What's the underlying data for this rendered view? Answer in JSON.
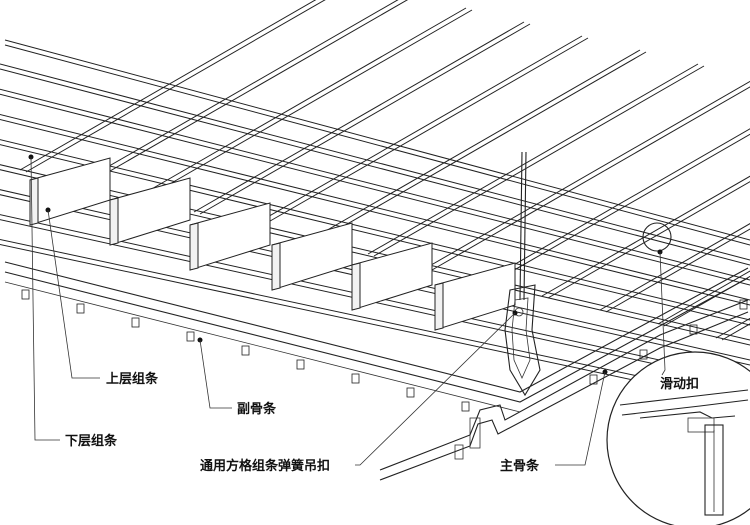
{
  "labels": {
    "upper_strip": "上层组条",
    "secondary_keel": "副骨条",
    "lower_strip": "下层组条",
    "spring_hanger": "通用方格组条弹簧吊扣",
    "main_keel": "主骨条",
    "sliding_clip": "滑动扣"
  },
  "colors": {
    "line": "#222222",
    "panel_face": "#ffffff",
    "panel_side": "#f2f2f2"
  }
}
